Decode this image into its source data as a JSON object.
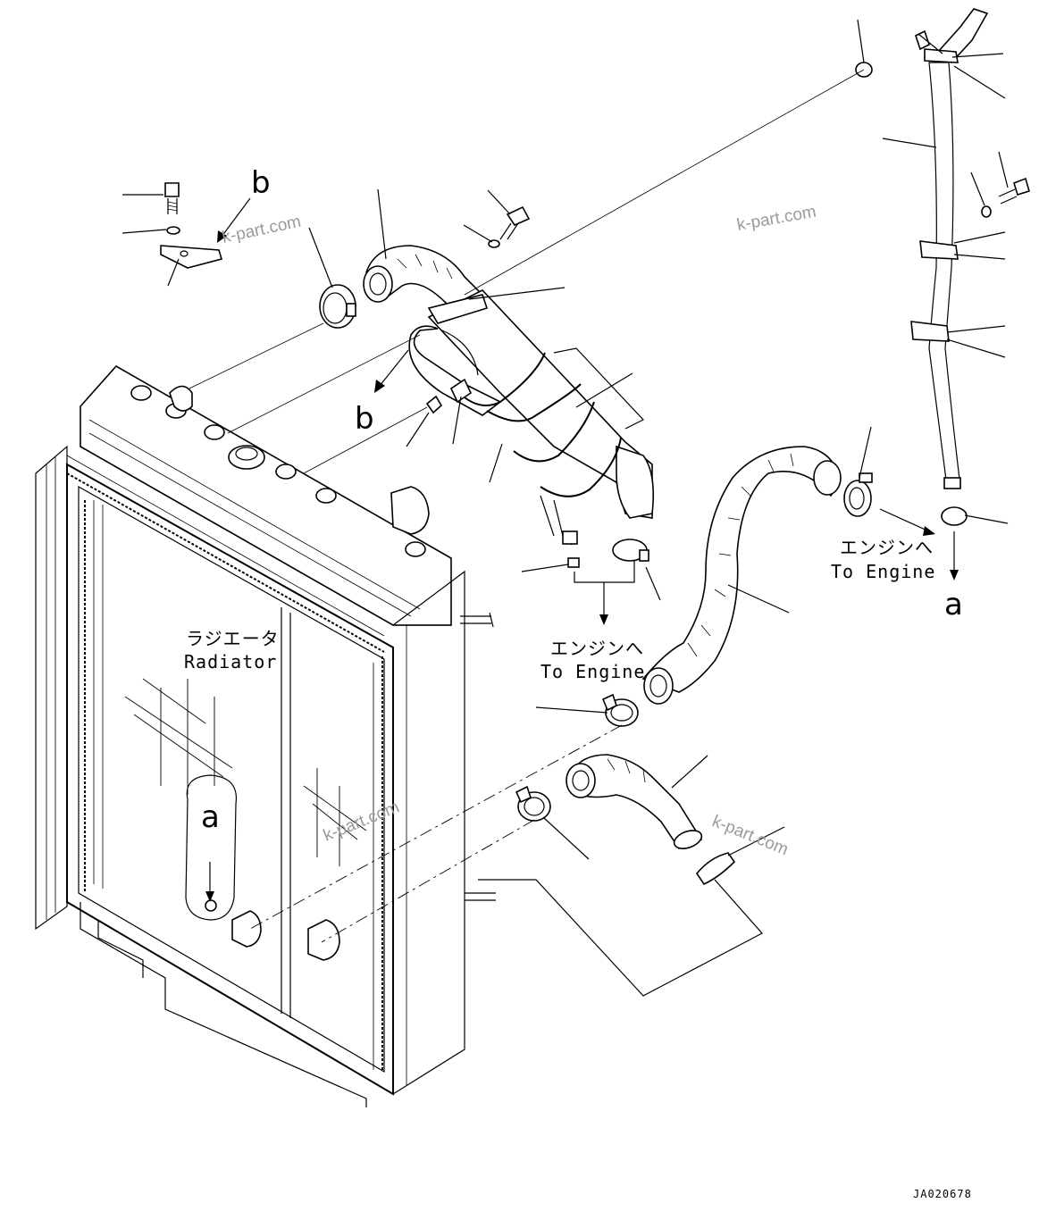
{
  "labels": {
    "callout_b_top": "b",
    "callout_b_left": "b",
    "callout_a_right": "a",
    "callout_a_radiator": "a",
    "radiator_jp": "ラジエータ",
    "radiator_en": "Radiator",
    "engine_center_jp": "エンジンへ",
    "engine_center_en": "To Engine",
    "engine_right_jp": "エンジンへ",
    "engine_right_en": "To Engine"
  },
  "watermarks": [
    "k-part.com",
    "k-part.com",
    "k-part.com",
    "k-part.com"
  ],
  "drawing_number": "JA020678",
  "colors": {
    "line": "#000000",
    "watermark": "#9a9a9a",
    "background": "#ffffff"
  }
}
